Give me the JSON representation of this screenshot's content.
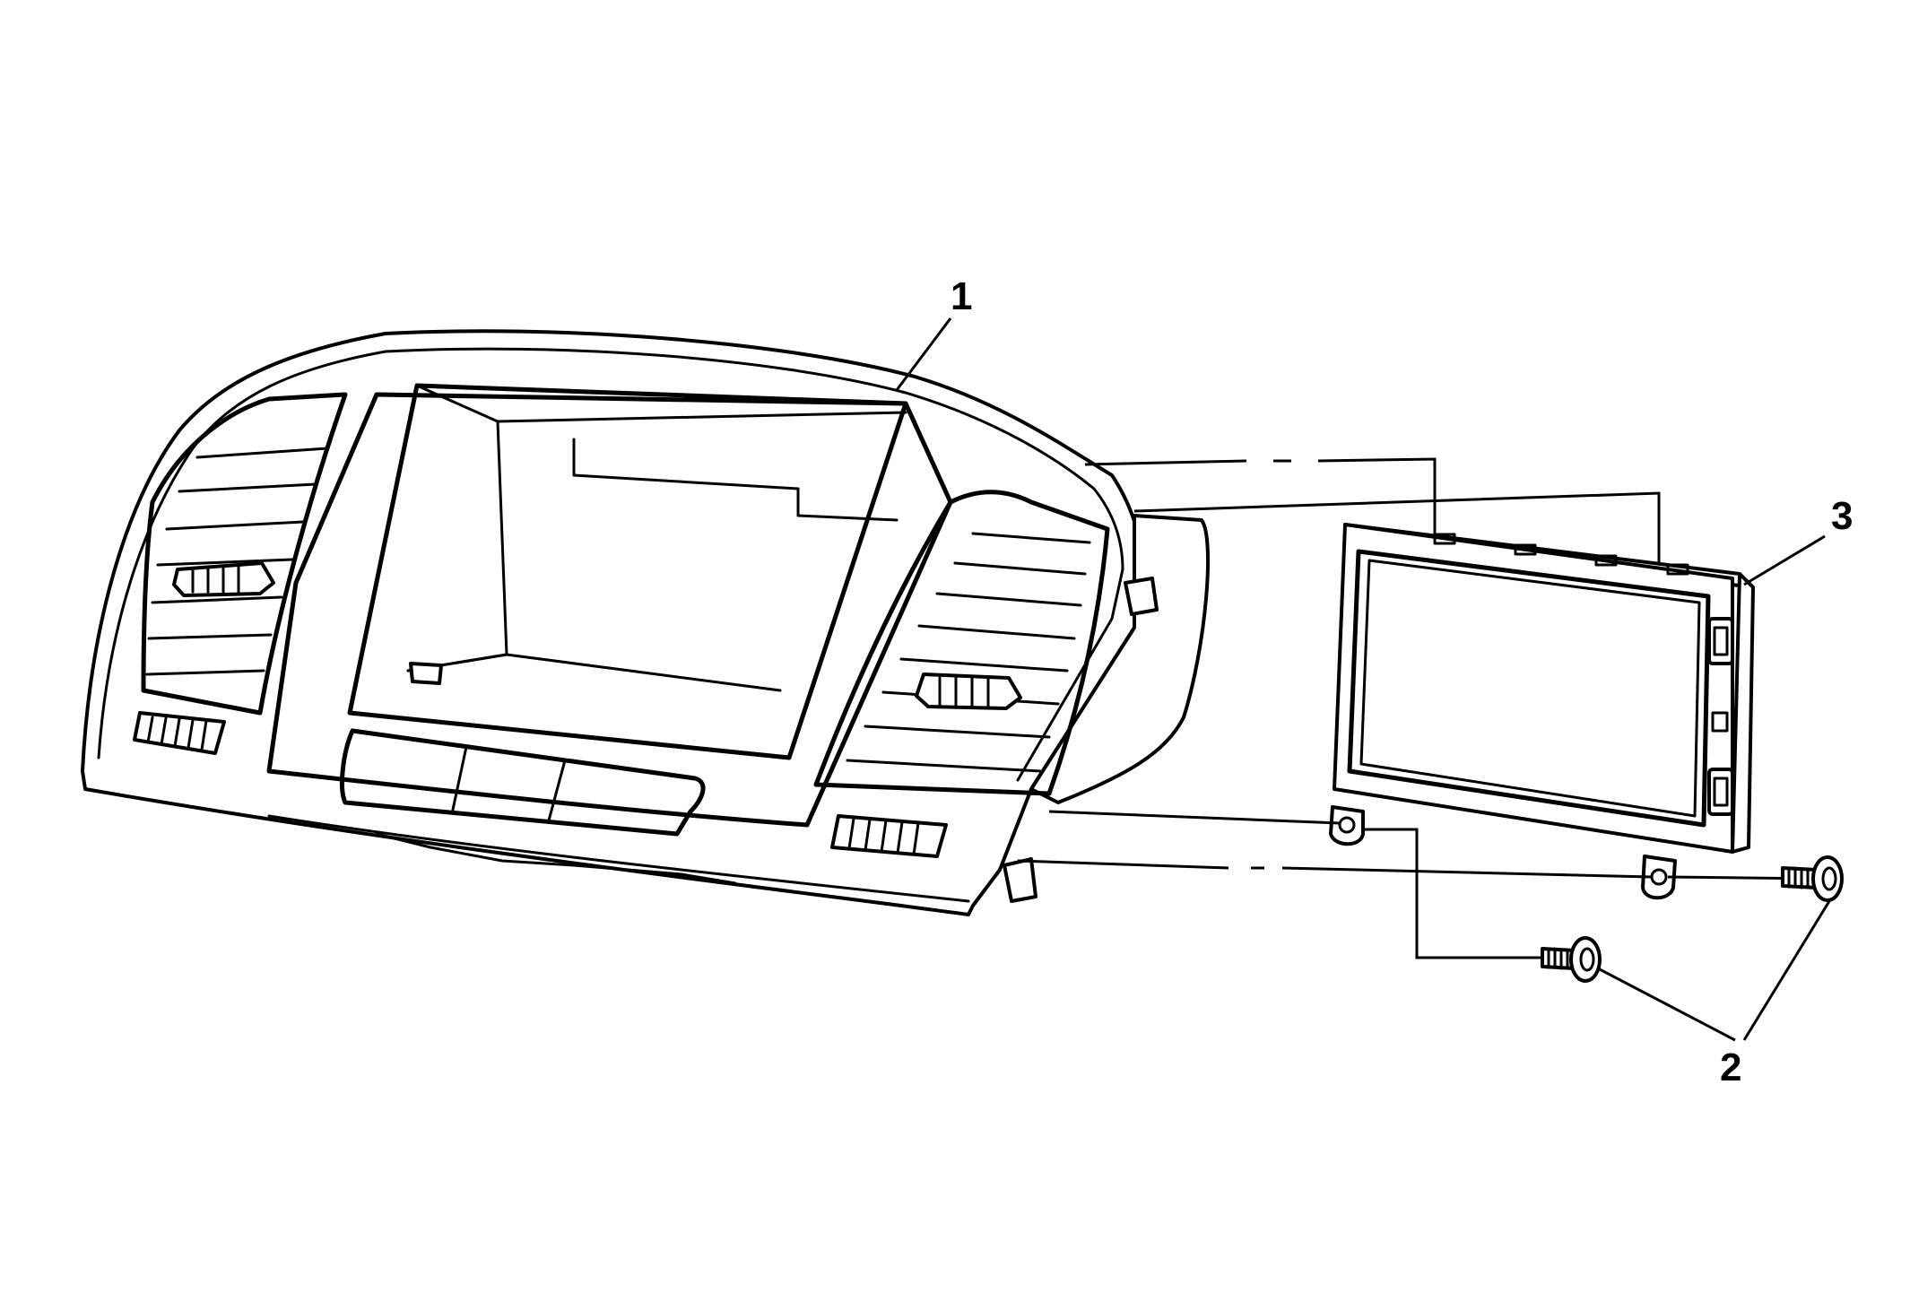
{
  "callouts": [
    {
      "id": "1",
      "label": "1",
      "part": "instrument-panel-center-trim-plate"
    },
    {
      "id": "2",
      "label": "2",
      "part": "fasteners"
    },
    {
      "id": "3",
      "label": "3",
      "part": "display-module"
    }
  ],
  "colors": {
    "line": "#000000",
    "background": "#ffffff"
  }
}
